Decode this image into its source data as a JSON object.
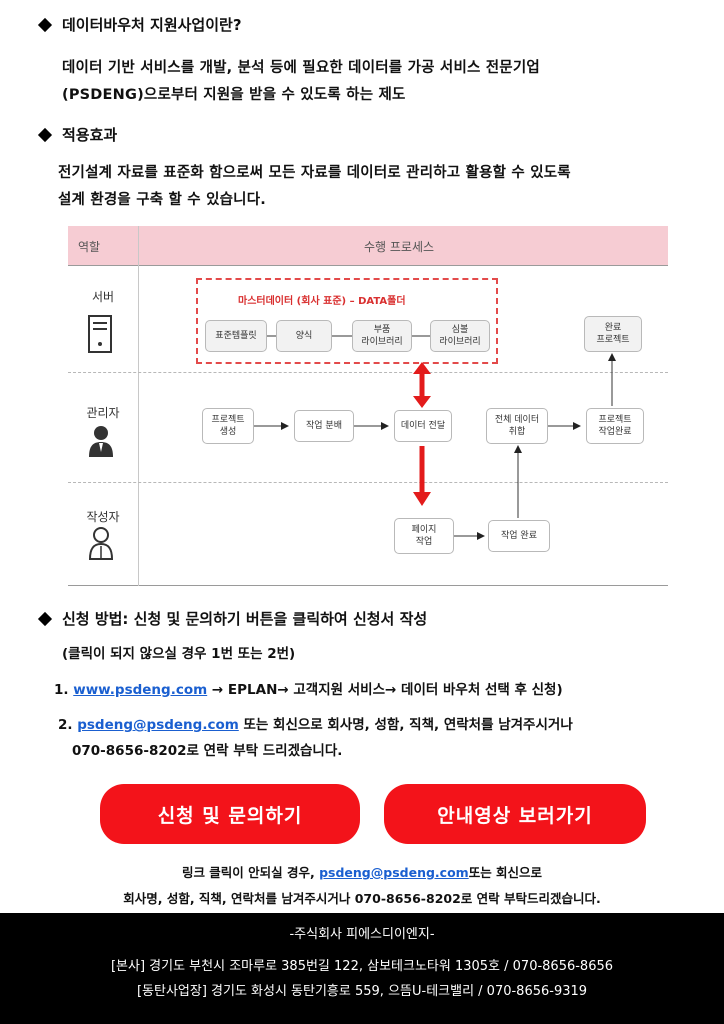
{
  "section1": {
    "heading": "데이터바우처 지원사업이란?",
    "line1": "데이터 기반 서비스를 개발, 분석 등에 필요한 데이터를 가공 서비스 전문기업",
    "line2": "(PSDENG)으로부터 지원을 받을 수 있도록 하는 제도"
  },
  "section2": {
    "heading": "적용효과",
    "line1": "전기설계 자료를 표준화 함으로써 모든 자료를 데이터로 관리하고 활용할 수 있도록",
    "line2": "설계 환경을 구축 할 수 있습니다."
  },
  "diagram": {
    "header_role": "역할",
    "header_process": "수행 프로세스",
    "roles": [
      "서버",
      "관리자",
      "작성자"
    ],
    "master_label": "마스터데이터 (회사 표준) – DATA폴더",
    "server_nodes": [
      "표준템플릿",
      "양식",
      "부품\n라이브러리",
      "심볼\n라이브러리",
      "완료\n프로젝트"
    ],
    "manager_nodes": [
      "프로젝트\n생성",
      "작업 분배",
      "데이터 전달",
      "전체 데이터\n취합",
      "프로젝트\n작업완료"
    ],
    "writer_nodes": [
      "페이지\n작업",
      "작업 완료"
    ]
  },
  "section3": {
    "heading": "신청 방법: 신청 및 문의하기 버튼을 클릭하여 신청서 작성",
    "note": "(클릭이 되지 않으실 경우 1번 또는 2번)",
    "item1_prefix": "1.",
    "item1_link": "www.psdeng.com",
    "item1_rest": " → EPLAN→ 고객지원 서비스→ 데이터 바우처 선택 후 신청)",
    "item2_prefix": "2.",
    "item2_link": "psdeng@psdeng.com",
    "item2_rest": "   또는 회신으로 회사명, 성함, 직책, 연락처를 남겨주시거나",
    "item2_line2": "070-8656-8202로 연락 부탁 드리겠습니다."
  },
  "buttons": {
    "apply": "신청 및 문의하기",
    "video": "안내영상 보러가기"
  },
  "notice": {
    "line1_prefix": "링크 클릭이 안되실 경우, ",
    "line1_link": "psdeng@psdeng.com",
    "line1_suffix": "또는 회신으로",
    "line2": "회사명, 성함, 직책, 연락처를 남겨주시거나 070-8656-8202로 연락 부탁드리겠습니다."
  },
  "footer": {
    "company": "-주식회사 피에스디이엔지-",
    "hq": "[본사] 경기도 부천시 조마루로 385번길 122, 삼보테크노타워 1305호 / 070-8656-8656",
    "branch": "[동탄사업장] 경기도 화성시 동탄기흥로 559, 으뜸U-테크밸리 / 070-8656-9319"
  },
  "colors": {
    "button": "#f3131a",
    "link": "#1a5fd0",
    "header_band": "#f6ccd3",
    "flow_arrow": "#e31b1b"
  }
}
